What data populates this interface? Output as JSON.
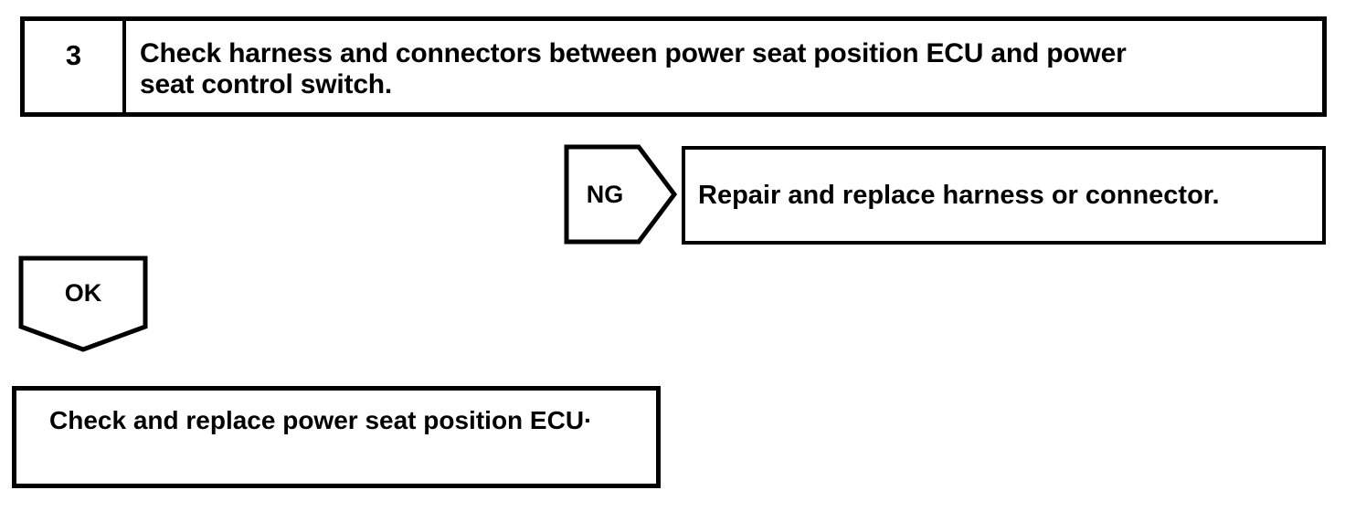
{
  "page": {
    "background": "#ffffff",
    "line_color": "#000000"
  },
  "flowchart": {
    "step_box": {
      "number": "3",
      "instruction": "Check harness and connectors between power seat position ECU and power\nseat control switch."
    },
    "ng_branch": {
      "label": "NG",
      "action": "Repair and replace harness or connector."
    },
    "ok_branch": {
      "label": "OK"
    },
    "result_box": {
      "action": "Check and replace power seat position ECU·"
    }
  }
}
